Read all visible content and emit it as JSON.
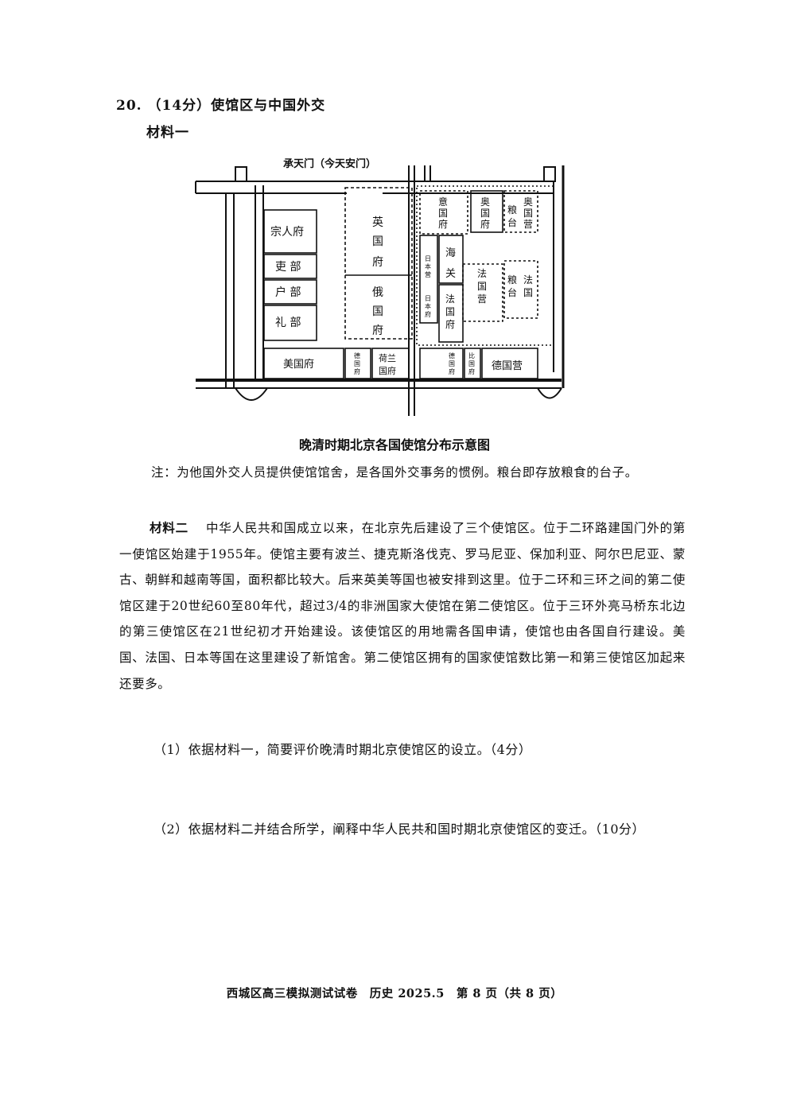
{
  "question": {
    "number": "20.",
    "title": "（14分）使馆区与中国外交"
  },
  "material1": {
    "label": "材料一",
    "map": {
      "top_label": "承天门（今天安门）",
      "blocks": {
        "zongrenfu": "宗人府",
        "libu1": "吏 部",
        "hubu": "户 部",
        "libu2": "礼 部",
        "yingguofu": [
          "英",
          "国",
          "府"
        ],
        "eguofu": [
          "俄",
          "国",
          "府"
        ],
        "meiguofu": "美国府",
        "deguofu_small": [
          "德",
          "国",
          "府"
        ],
        "helanfu": [
          "荷兰",
          "国府"
        ],
        "yiguofu": [
          "意",
          "国",
          "府"
        ],
        "aoguofu": [
          "奥",
          "国",
          "府"
        ],
        "aoguoying": [
          "奥",
          "国",
          "营"
        ],
        "liangtai1": [
          "粮",
          "台"
        ],
        "ribenying": [
          "日",
          "本",
          "营"
        ],
        "haiguan": [
          "海",
          "关"
        ],
        "fagouying": [
          "法",
          "国",
          "营"
        ],
        "liangtai2": [
          "粮",
          "台"
        ],
        "faguo": [
          "法",
          "国"
        ],
        "ribenfu": [
          "日",
          "本",
          "府"
        ],
        "faguofu": [
          "法",
          "国",
          "府"
        ],
        "deguofu_bottom": [
          "德",
          "国",
          "府"
        ],
        "biguofu": [
          "比",
          "国",
          "府"
        ],
        "deguoying": "德国营"
      }
    },
    "caption": "晚清时期北京各国使馆分布示意图",
    "note": "注：为他国外交人员提供使馆馆舍，是各国外交事务的惯例。粮台即存放粮食的台子。"
  },
  "material2": {
    "label": "材料二",
    "text": "中华人民共和国成立以来，在北京先后建设了三个使馆区。位于二环路建国门外的第一使馆区始建于1955年。使馆主要有波兰、捷克斯洛伐克、罗马尼亚、保加利亚、阿尔巴尼亚、蒙古、朝鲜和越南等国，面积都比较大。后来英美等国也被安排到这里。位于二环和三环之间的第二使馆区建于20世纪60至80年代，超过3/4的非洲国家大使馆在第二使馆区。位于三环外亮马桥东北边的第三使馆区在21世纪初才开始建设。该使馆区的用地需各国申请，使馆也由各国自行建设。美国、法国、日本等国在这里建设了新馆舍。第二使馆区拥有的国家使馆数比第一和第三使馆区加起来还要多。"
  },
  "sub_questions": [
    "（1）依据材料一，简要评价晚清时期北京使馆区的设立。（4分）",
    "（2）依据材料二并结合所学，阐释中华人民共和国时期北京使馆区的变迁。（10分）"
  ],
  "footer": "西城区高三模拟测试试卷　历史 2025.5　第 8 页（共 8 页）"
}
